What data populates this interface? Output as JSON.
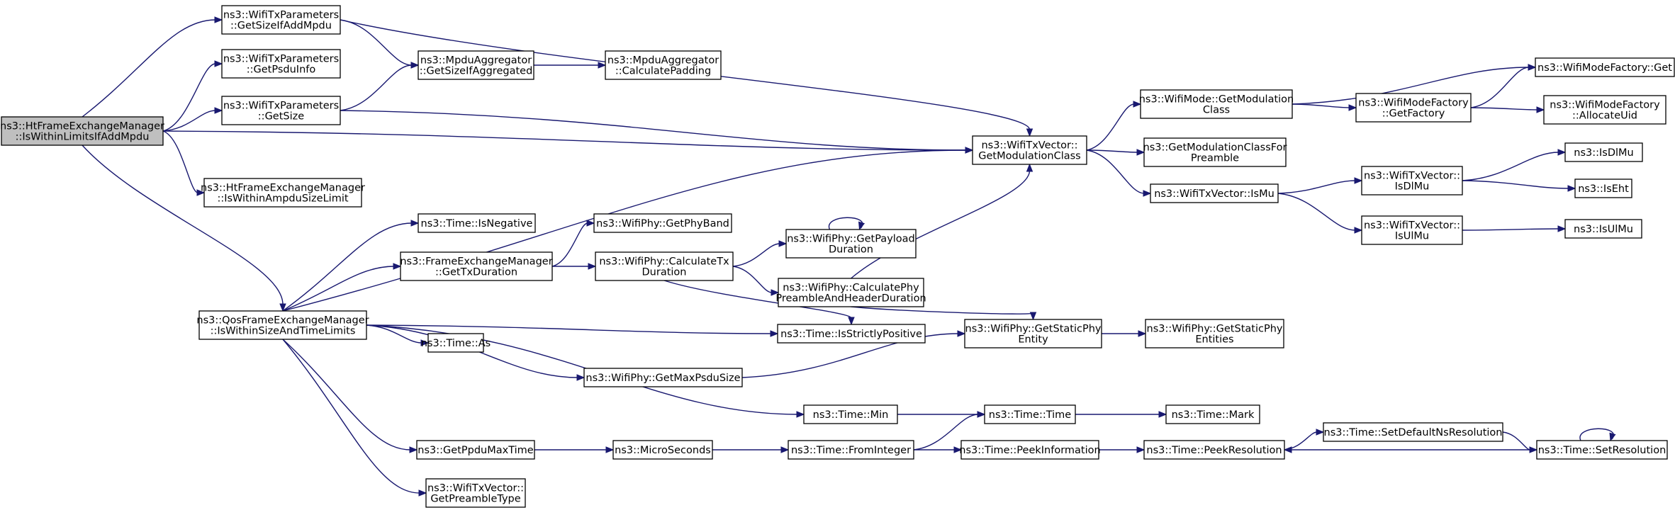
{
  "colors": {
    "edge": "#191970",
    "root_fill": "#bfbfbf",
    "node_fill": "#ffffff",
    "node_border": "#000000"
  },
  "nodes": {
    "root": {
      "lines": [
        "ns3::HtFrameExchangeManager",
        "::IsWithinLimitsIfAddMpdu"
      ]
    },
    "sizeIfAdd": {
      "lines": [
        "ns3::WifiTxParameters",
        "::GetSizeIfAddMpdu"
      ]
    },
    "psduInfo": {
      "lines": [
        "ns3::WifiTxParameters",
        "::GetPsduInfo"
      ]
    },
    "getSize": {
      "lines": [
        "ns3::WifiTxParameters",
        "::GetSize"
      ]
    },
    "ampduLimit": {
      "lines": [
        "ns3::HtFrameExchangeManager",
        "::IsWithinAmpduSizeLimit"
      ]
    },
    "qosLimits": {
      "lines": [
        "ns3::QosFrameExchangeManager",
        "::IsWithinSizeAndTimeLimits"
      ]
    },
    "mpduAggSize": {
      "lines": [
        "ns3::MpduAggregator",
        "::GetSizeIfAggregated"
      ]
    },
    "calcPad": {
      "lines": [
        "ns3::MpduAggregator",
        "::CalculatePadding"
      ]
    },
    "timeNeg": {
      "lines": [
        "ns3::Time::IsNegative"
      ]
    },
    "fxmTxDur": {
      "lines": [
        "ns3::FrameExchangeManager",
        "::GetTxDuration"
      ]
    },
    "timeAs": {
      "lines": [
        "ns3::Time::As"
      ]
    },
    "pphyPpdu": {
      "lines": [
        "ns3::GetPpduMaxTime"
      ]
    },
    "preamble": {
      "lines": [
        "ns3::WifiTxVector::",
        "GetPreambleType"
      ]
    },
    "phyBand": {
      "lines": [
        "ns3::WifiPhy::GetPhyBand"
      ]
    },
    "calcTx": {
      "lines": [
        "ns3::WifiPhy::CalculateTx",
        "Duration"
      ]
    },
    "maxPsdu": {
      "lines": [
        "ns3::WifiPhy::GetMaxPsduSize"
      ]
    },
    "microSec": {
      "lines": [
        "ns3::MicroSeconds"
      ]
    },
    "payload": {
      "lines": [
        "ns3::WifiPhy::GetPayload",
        "Duration"
      ]
    },
    "calcPhyPre": {
      "lines": [
        "ns3::WifiPhy::CalculatePhy",
        "PreambleAndHeaderDuration"
      ]
    },
    "strictPos": {
      "lines": [
        "ns3::Time::IsStrictlyPositive"
      ]
    },
    "timeMin": {
      "lines": [
        "ns3::Time::Min"
      ]
    },
    "fromInt": {
      "lines": [
        "ns3::Time::FromInteger"
      ]
    },
    "modClass": {
      "lines": [
        "ns3::WifiTxVector::",
        "GetModulationClass"
      ]
    },
    "staticPhy": {
      "lines": [
        "ns3::WifiPhy::GetStaticPhy",
        "Entity"
      ]
    },
    "timeTime": {
      "lines": [
        "ns3::Time::Time"
      ]
    },
    "peekInfo": {
      "lines": [
        "ns3::Time::PeekInformation"
      ]
    },
    "modeModCls": {
      "lines": [
        "ns3::WifiMode::GetModulation",
        "Class"
      ]
    },
    "modClsPre": {
      "lines": [
        "ns3::GetModulationClassFor",
        "Preamble"
      ]
    },
    "isMu": {
      "lines": [
        "ns3::WifiTxVector::IsMu"
      ]
    },
    "staticPhyEn": {
      "lines": [
        "ns3::WifiPhy::GetStaticPhy",
        "Entities"
      ]
    },
    "timeMark": {
      "lines": [
        "ns3::Time::Mark"
      ]
    },
    "peekRes": {
      "lines": [
        "ns3::Time::PeekResolution"
      ]
    },
    "factory": {
      "lines": [
        "ns3::WifiModeFactory",
        "::GetFactory"
      ]
    },
    "txIsDlMu": {
      "lines": [
        "ns3::WifiTxVector::",
        "IsDlMu"
      ]
    },
    "txIsUlMu": {
      "lines": [
        "ns3::WifiTxVector::",
        "IsUlMu"
      ]
    },
    "defNsRes": {
      "lines": [
        "ns3::Time::SetDefaultNsResolution"
      ]
    },
    "factGet": {
      "lines": [
        "ns3::WifiModeFactory::Get"
      ]
    },
    "allocUid": {
      "lines": [
        "ns3::WifiModeFactory",
        "::AllocateUid"
      ]
    },
    "isDlMu": {
      "lines": [
        "ns3::IsDlMu"
      ]
    },
    "isEht": {
      "lines": [
        "ns3::IsEht"
      ]
    },
    "isUlMu": {
      "lines": [
        "ns3::IsUlMu"
      ]
    },
    "setRes": {
      "lines": [
        "ns3::Time::SetResolution"
      ]
    }
  }
}
